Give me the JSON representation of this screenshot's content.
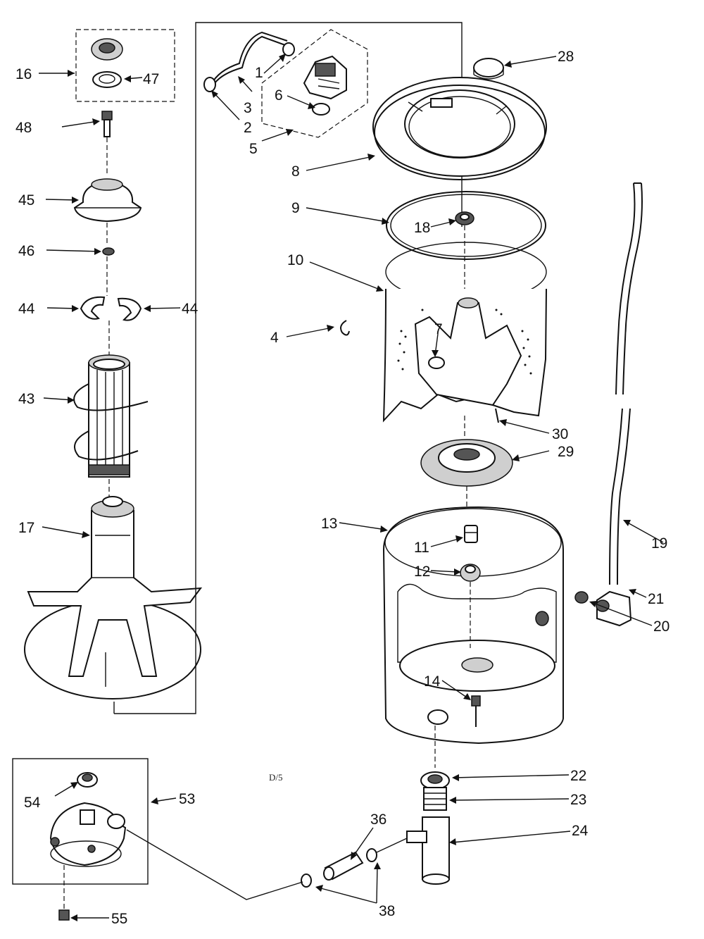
{
  "callouts": [
    {
      "id": "16",
      "text": "16"
    },
    {
      "id": "47",
      "text": "47"
    },
    {
      "id": "48",
      "text": "48"
    },
    {
      "id": "45",
      "text": "45"
    },
    {
      "id": "46",
      "text": "46"
    },
    {
      "id": "44a",
      "text": "44"
    },
    {
      "id": "44b",
      "text": "44"
    },
    {
      "id": "43",
      "text": "43"
    },
    {
      "id": "17",
      "text": "17"
    },
    {
      "id": "1",
      "text": "1"
    },
    {
      "id": "3",
      "text": "3"
    },
    {
      "id": "2",
      "text": "2"
    },
    {
      "id": "6",
      "text": "6"
    },
    {
      "id": "5",
      "text": "5"
    },
    {
      "id": "28",
      "text": "28"
    },
    {
      "id": "8",
      "text": "8"
    },
    {
      "id": "9",
      "text": "9"
    },
    {
      "id": "18",
      "text": "18"
    },
    {
      "id": "10",
      "text": "10"
    },
    {
      "id": "4",
      "text": "4"
    },
    {
      "id": "7",
      "text": "7"
    },
    {
      "id": "30",
      "text": "30"
    },
    {
      "id": "29",
      "text": "29"
    },
    {
      "id": "13",
      "text": "13"
    },
    {
      "id": "11",
      "text": "11"
    },
    {
      "id": "12",
      "text": "12"
    },
    {
      "id": "19",
      "text": "19"
    },
    {
      "id": "21",
      "text": "21"
    },
    {
      "id": "20",
      "text": "20"
    },
    {
      "id": "14",
      "text": "14"
    },
    {
      "id": "22",
      "text": "22"
    },
    {
      "id": "23",
      "text": "23"
    },
    {
      "id": "24",
      "text": "24"
    },
    {
      "id": "36",
      "text": "36"
    },
    {
      "id": "38",
      "text": "38"
    },
    {
      "id": "54",
      "text": "54"
    },
    {
      "id": "53",
      "text": "53"
    },
    {
      "id": "55",
      "text": "55"
    }
  ],
  "note": "D/5"
}
